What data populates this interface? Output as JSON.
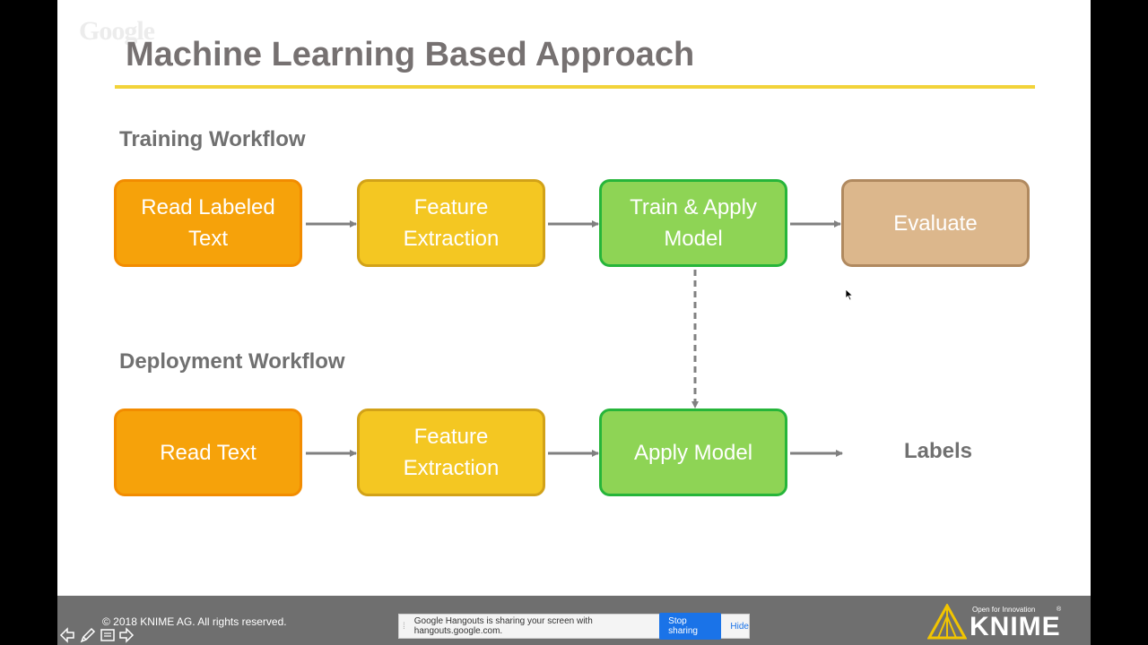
{
  "slide": {
    "watermark": "Google",
    "title": "Machine Learning Based Approach",
    "training_label": "Training Workflow",
    "deployment_label": "Deployment Workflow",
    "training_nodes": [
      {
        "label": "Read Labeled Text",
        "color": "#f6a20a"
      },
      {
        "label": "Feature Extraction",
        "color": "#f4c722"
      },
      {
        "label": "Train & Apply Model",
        "color": "#8ed455"
      },
      {
        "label": "Evaluate",
        "color": "#dcb78c"
      }
    ],
    "deployment_nodes": [
      {
        "label": "Read Text",
        "color": "#f6a20a"
      },
      {
        "label": "Feature Extraction",
        "color": "#f4c722"
      },
      {
        "label": "Apply Model",
        "color": "#8ed455"
      }
    ],
    "output_label": "Labels",
    "title_rule_color": "#f2d33a"
  },
  "footer": {
    "copyright": "© 2018 KNIME AG. All rights reserved.",
    "logo_tagline": "Open for Innovation",
    "logo_text": "KNIME",
    "logo_reg": "®"
  },
  "share_bar": {
    "message": "Google Hangouts is sharing your screen with hangouts.google.com.",
    "stop_label": "Stop sharing",
    "hide_label": "Hide"
  },
  "toolbar_icons": [
    "arrow-left-icon",
    "pen-icon",
    "slides-icon",
    "arrow-right-icon"
  ]
}
